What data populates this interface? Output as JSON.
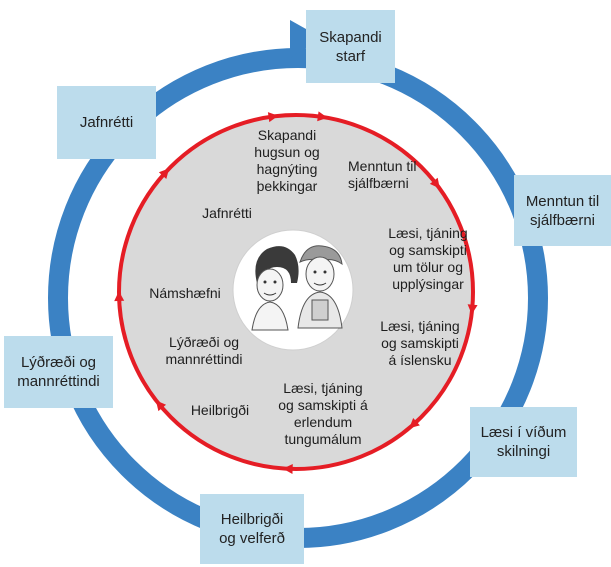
{
  "colors": {
    "outer_ring": "#3b82c4",
    "inner_ring": "#e51d25",
    "inner_fill": "#d9d9d9",
    "box_fill": "#bcdcec"
  },
  "outer_boxes": [
    {
      "id": "skapandi-starf",
      "text": "Skapandi\nstarf"
    },
    {
      "id": "menntun-til-sjalfbaerni",
      "text": "Menntun til\nsjálfbærni"
    },
    {
      "id": "laesi-i-vidum-skilningi",
      "text": "Læsi í víðum\nskilningi"
    },
    {
      "id": "heilbrigdi-og-velferd",
      "text": "Heilbrigði\nog velferð"
    },
    {
      "id": "lydraedi-og-mannrettindi",
      "text": "Lýðræði og\nmannréttindi"
    },
    {
      "id": "jafnretti",
      "text": "Jafnrétti"
    }
  ],
  "inner_labels": [
    {
      "id": "skapandi-hugsun",
      "text": "Skapandi\nhugsun og\nhagnýting\nþekkingar"
    },
    {
      "id": "menntun-til-sjalfbaerni",
      "text": "Menntun til\nsjálfbærni"
    },
    {
      "id": "laesi-tolur",
      "text": "Læsi, tjáning\nog samskipti\num tölur og\nupplýsingar"
    },
    {
      "id": "laesi-islensku",
      "text": "Læsi, tjáning\nog samskipti\ná íslensku"
    },
    {
      "id": "laesi-erlendum",
      "text": "Læsi, tjáning\nog samskipti á\nerlendum\ntungumálum"
    },
    {
      "id": "heilbrigdi",
      "text": "Heilbrigði"
    },
    {
      "id": "lydraedi-og-mannrettindi",
      "text": "Lýðræði og\nmannréttindi"
    },
    {
      "id": "namshaefni",
      "text": "Námshæfni"
    },
    {
      "id": "jafnretti",
      "text": "Jafnrétti"
    }
  ],
  "center_image": {
    "icon": "two-students-illustration"
  }
}
